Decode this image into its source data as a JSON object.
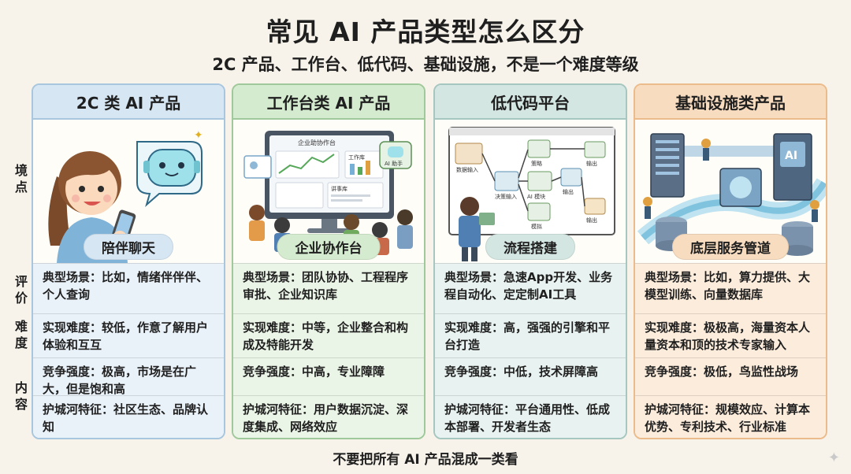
{
  "title": "常见 AI 产品类型怎么区分",
  "subtitle": "2C 产品、工作台、低代码、基础设施，不是一个难度等级",
  "side_labels": [
    "境",
    "点",
    "评",
    "价",
    "难",
    "度",
    "内",
    "容"
  ],
  "columns": [
    {
      "header": "2C 类 AI 产品",
      "pill": "陪伴聊天",
      "scene": "典型场景：比如，情绪伴伴伴、个人查询",
      "difficulty": "实现难度：较低，作意了解用户体验和互互",
      "competition": "竞争强度：极高，市场是在广大，但是饱和高",
      "moat": "护城河特征：社区生态、品牌认知"
    },
    {
      "header": "工作台类 AI 产品",
      "pill": "企业协作台",
      "screen_title": "企业助协作台",
      "screen_labels": [
        "工作库",
        "讲事库"
      ],
      "robot_label": "AI 助手",
      "scene": "典型场景：团队协协、工程程序审批、企业知识库",
      "difficulty": "实现难度：中等，企业整合和构成及特能开发",
      "competition": "竞争强度：中高，专业障障",
      "moat": "护城河特征：用户数据沉淀、深度集成、网络效应"
    },
    {
      "header": "低代码平台",
      "pill": "流程搭建",
      "flow_labels": [
        "数据输入",
        "决策输入",
        "策略",
        "AI 模块",
        "输出",
        "输出",
        "输出",
        "模拟"
      ],
      "scene": "典型场景：急速App开发、业务程自动化、定定制AI工具",
      "difficulty": "实现难度：高，强强的引擎和平台打造",
      "competition": "竞争强度：中低，技术屏障高",
      "moat": "护城河特征：平台通用性、低成本部署、开发者生态"
    },
    {
      "header": "基础设施类产品",
      "pill": "底层服务管道",
      "server_label": "AI",
      "scene": "典型场景：比如，算力提供、大模型训练、向量数据库",
      "difficulty": "实现难度：极极高，海量资本人量资本和顶的技术专家输入",
      "competition": "竞争强度：极低，鸟监性战场",
      "moat": "护城河特征：规模效应、计算本优势、专利技术、行业标准"
    }
  ],
  "footer": "不要把所有 AI 产品混成一类看",
  "colors": {
    "blue": "#d6e6f3",
    "green": "#d5ebcf",
    "teal": "#d3e6e2",
    "orange": "#f8dcbf"
  }
}
